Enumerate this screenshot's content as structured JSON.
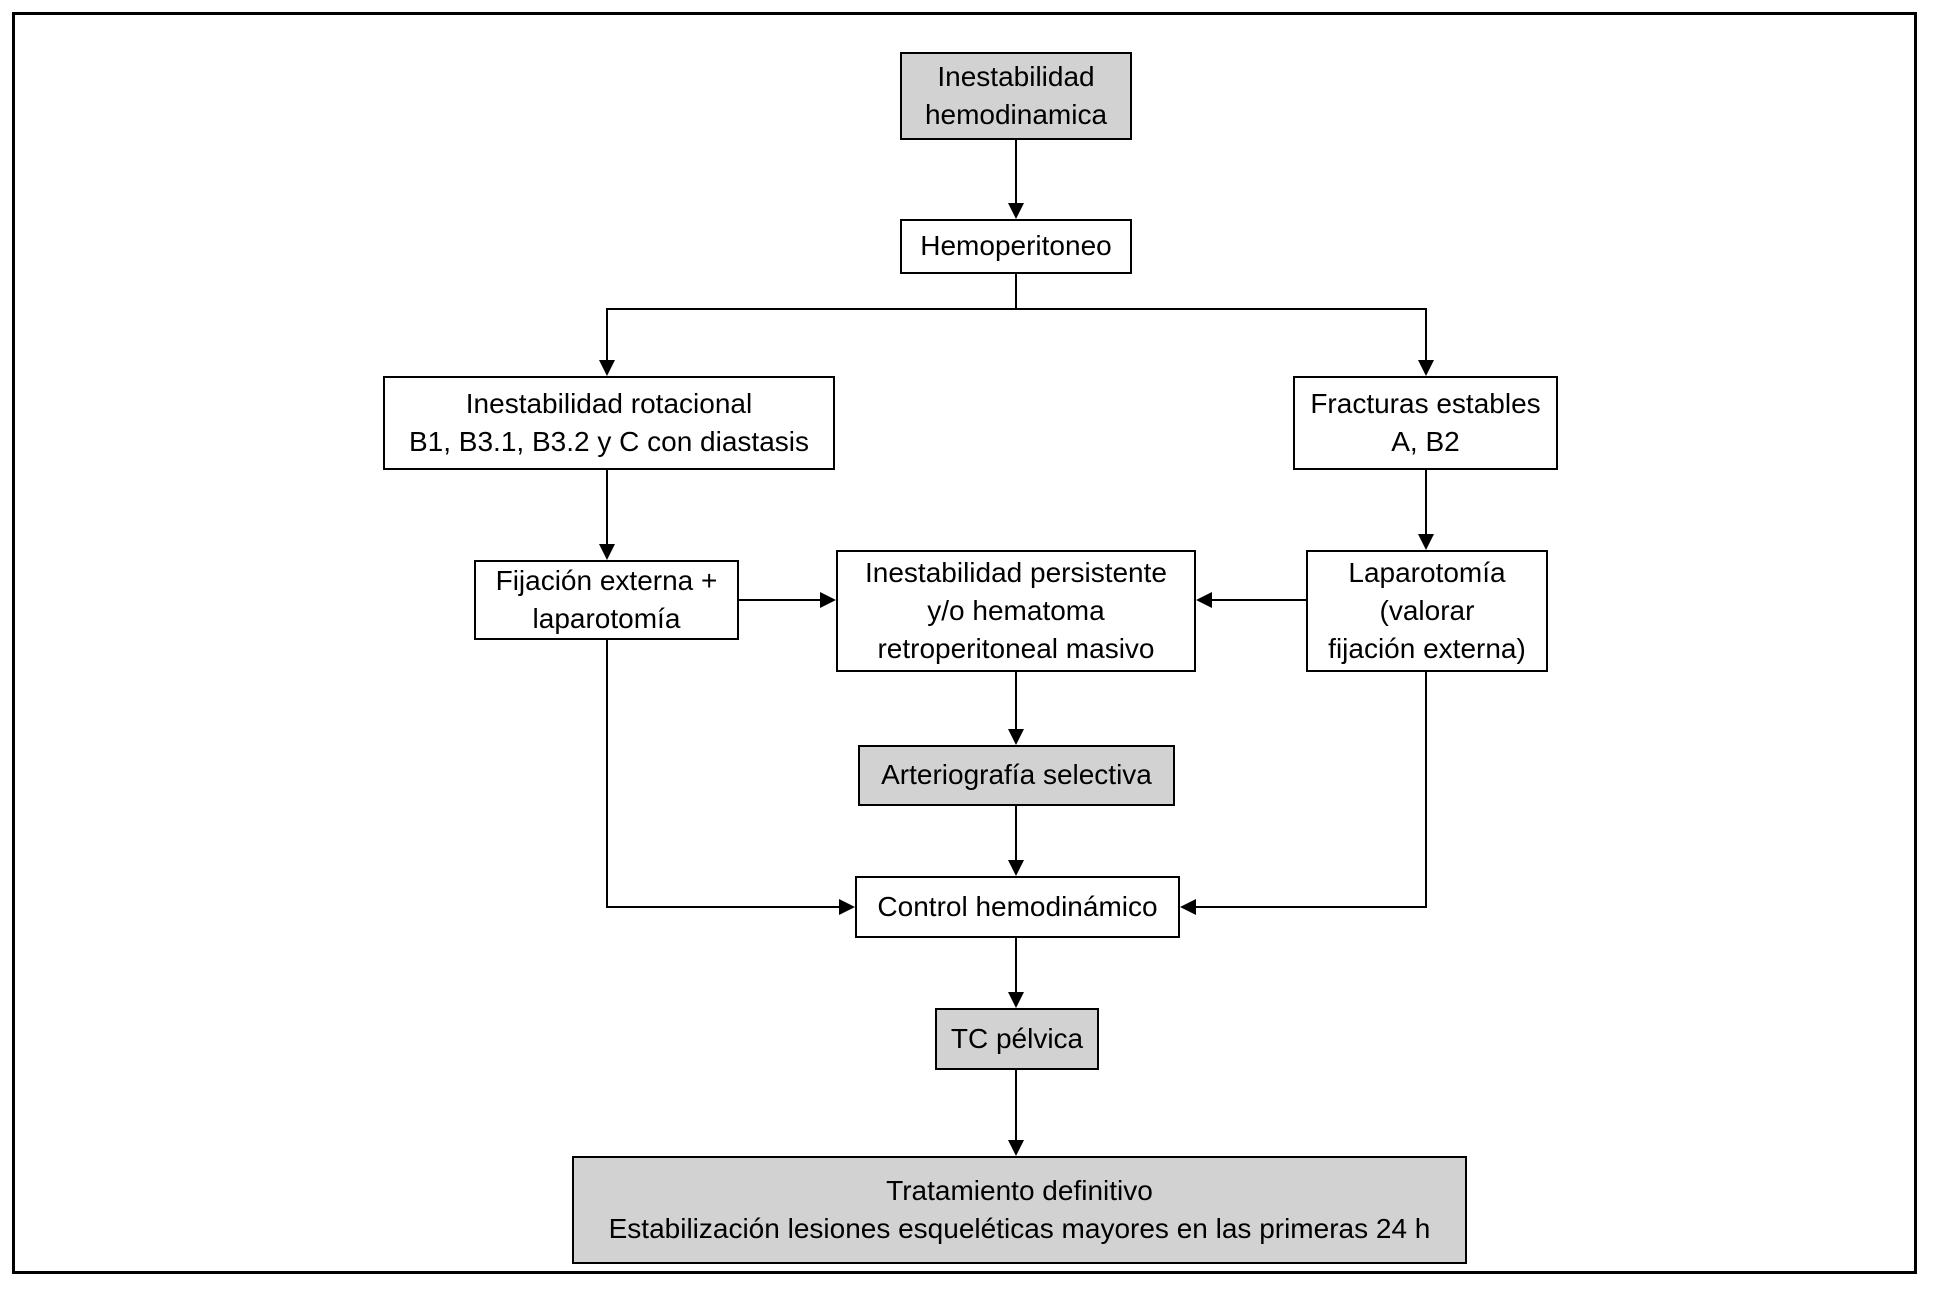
{
  "figure": {
    "type": "flowchart",
    "language": "es",
    "colors": {
      "highlight_fill": "#d2d2d2",
      "default_fill": "#ffffff",
      "line": "#000000",
      "background": "#ffffff"
    },
    "nodes": {
      "inestabilidad_hemodinamica": {
        "label": "Inestabilidad\nhemodinamica",
        "fill": "gray"
      },
      "hemoperitoneo": {
        "label": "Hemoperitoneo",
        "fill": "white"
      },
      "inestabilidad_rotacional": {
        "label": "Inestabilidad rotacional\nB1, B3.1, B3.2 y C con diastasis",
        "fill": "white"
      },
      "fracturas_estables": {
        "label": "Fracturas estables\nA, B2",
        "fill": "white"
      },
      "fijacion_externa": {
        "label": "Fijación externa +\nlaparotomía",
        "fill": "white"
      },
      "inestabilidad_persistente": {
        "label": "Inestabilidad persistente\ny/o hematoma\nretroperitoneal masivo",
        "fill": "white"
      },
      "laparotomia": {
        "label": "Laparotomía\n(valorar\nfijación externa)",
        "fill": "white"
      },
      "arteriografia_selectiva": {
        "label": "Arteriografía selectiva",
        "fill": "gray"
      },
      "control_hemodinamico": {
        "label": "Control hemodinámico",
        "fill": "white"
      },
      "tc_pelvica": {
        "label": "TC pélvica",
        "fill": "gray"
      },
      "tratamiento_definitivo": {
        "label": "Tratamiento definitivo\nEstabilización lesiones esqueléticas mayores en las primeras 24 h",
        "fill": "gray"
      }
    },
    "edges": [
      {
        "from": "inestabilidad_hemodinamica",
        "to": "hemoperitoneo"
      },
      {
        "from": "hemoperitoneo",
        "to": "inestabilidad_rotacional"
      },
      {
        "from": "hemoperitoneo",
        "to": "fracturas_estables"
      },
      {
        "from": "inestabilidad_rotacional",
        "to": "fijacion_externa"
      },
      {
        "from": "fracturas_estables",
        "to": "laparotomia"
      },
      {
        "from": "fijacion_externa",
        "to": "inestabilidad_persistente"
      },
      {
        "from": "laparotomia",
        "to": "inestabilidad_persistente"
      },
      {
        "from": "inestabilidad_persistente",
        "to": "arteriografia_selectiva"
      },
      {
        "from": "arteriografia_selectiva",
        "to": "control_hemodinamico"
      },
      {
        "from": "fijacion_externa",
        "to": "control_hemodinamico"
      },
      {
        "from": "laparotomia",
        "to": "control_hemodinamico"
      },
      {
        "from": "control_hemodinamico",
        "to": "tc_pelvica"
      },
      {
        "from": "tc_pelvica",
        "to": "tratamiento_definitivo"
      }
    ]
  }
}
